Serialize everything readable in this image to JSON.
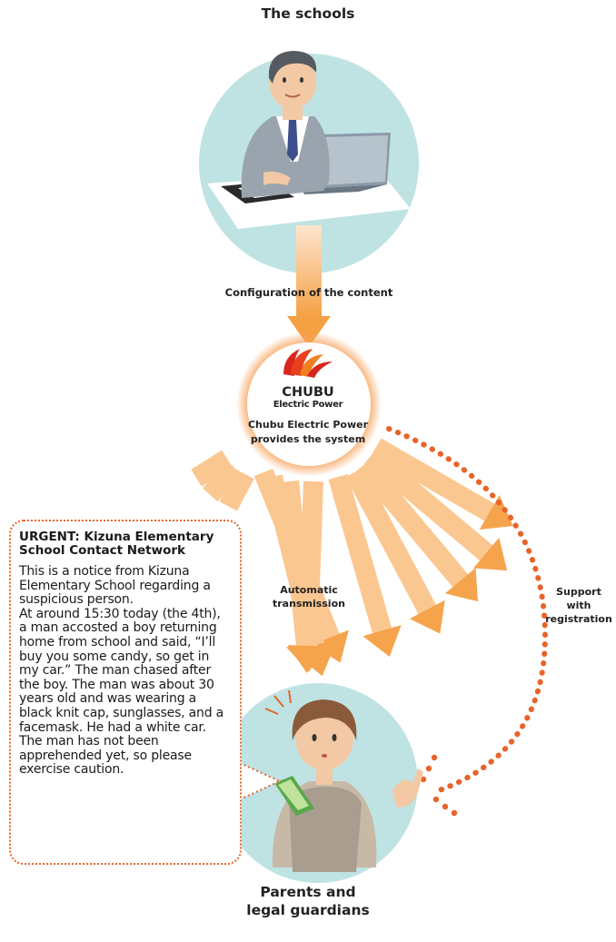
{
  "top": {
    "title": "The schools"
  },
  "arrow_label": "Configuration of the content",
  "center": {
    "logo_text": "CHUBU",
    "logo_subtext": "Electric Power",
    "caption_line1": "Chubu Electric Power",
    "caption_line2": "provides the system"
  },
  "transmission_label_line1": "Automatic",
  "transmission_label_line2": "transmission",
  "support_label_line1": "Support",
  "support_label_line2": "with",
  "support_label_line3": "registration",
  "message": {
    "title": "URGENT: Kizuna Elementary School Contact Network",
    "body": "This is a notice from Kizuna Elementary School regarding a suspicious person.\nAt around 15:30 today (the 4th), a man accosted a boy returning home from school and said, “I’ll buy you some candy, so get in my car.” The man chased after the boy. The man was about 30 years old and was wearing a black knit cap, sunglasses, and a facemask. He had a white car. The man has not been apprehended yet, so please exercise caution."
  },
  "bottom": {
    "title_line1": "Parents and",
    "title_line2": "legal guardians"
  },
  "colors": {
    "circle_bg": "#bfe3e3",
    "arrow_orange": "#f5a043",
    "dotted_orange": "#e8632a",
    "logo_red": "#d8261e"
  }
}
